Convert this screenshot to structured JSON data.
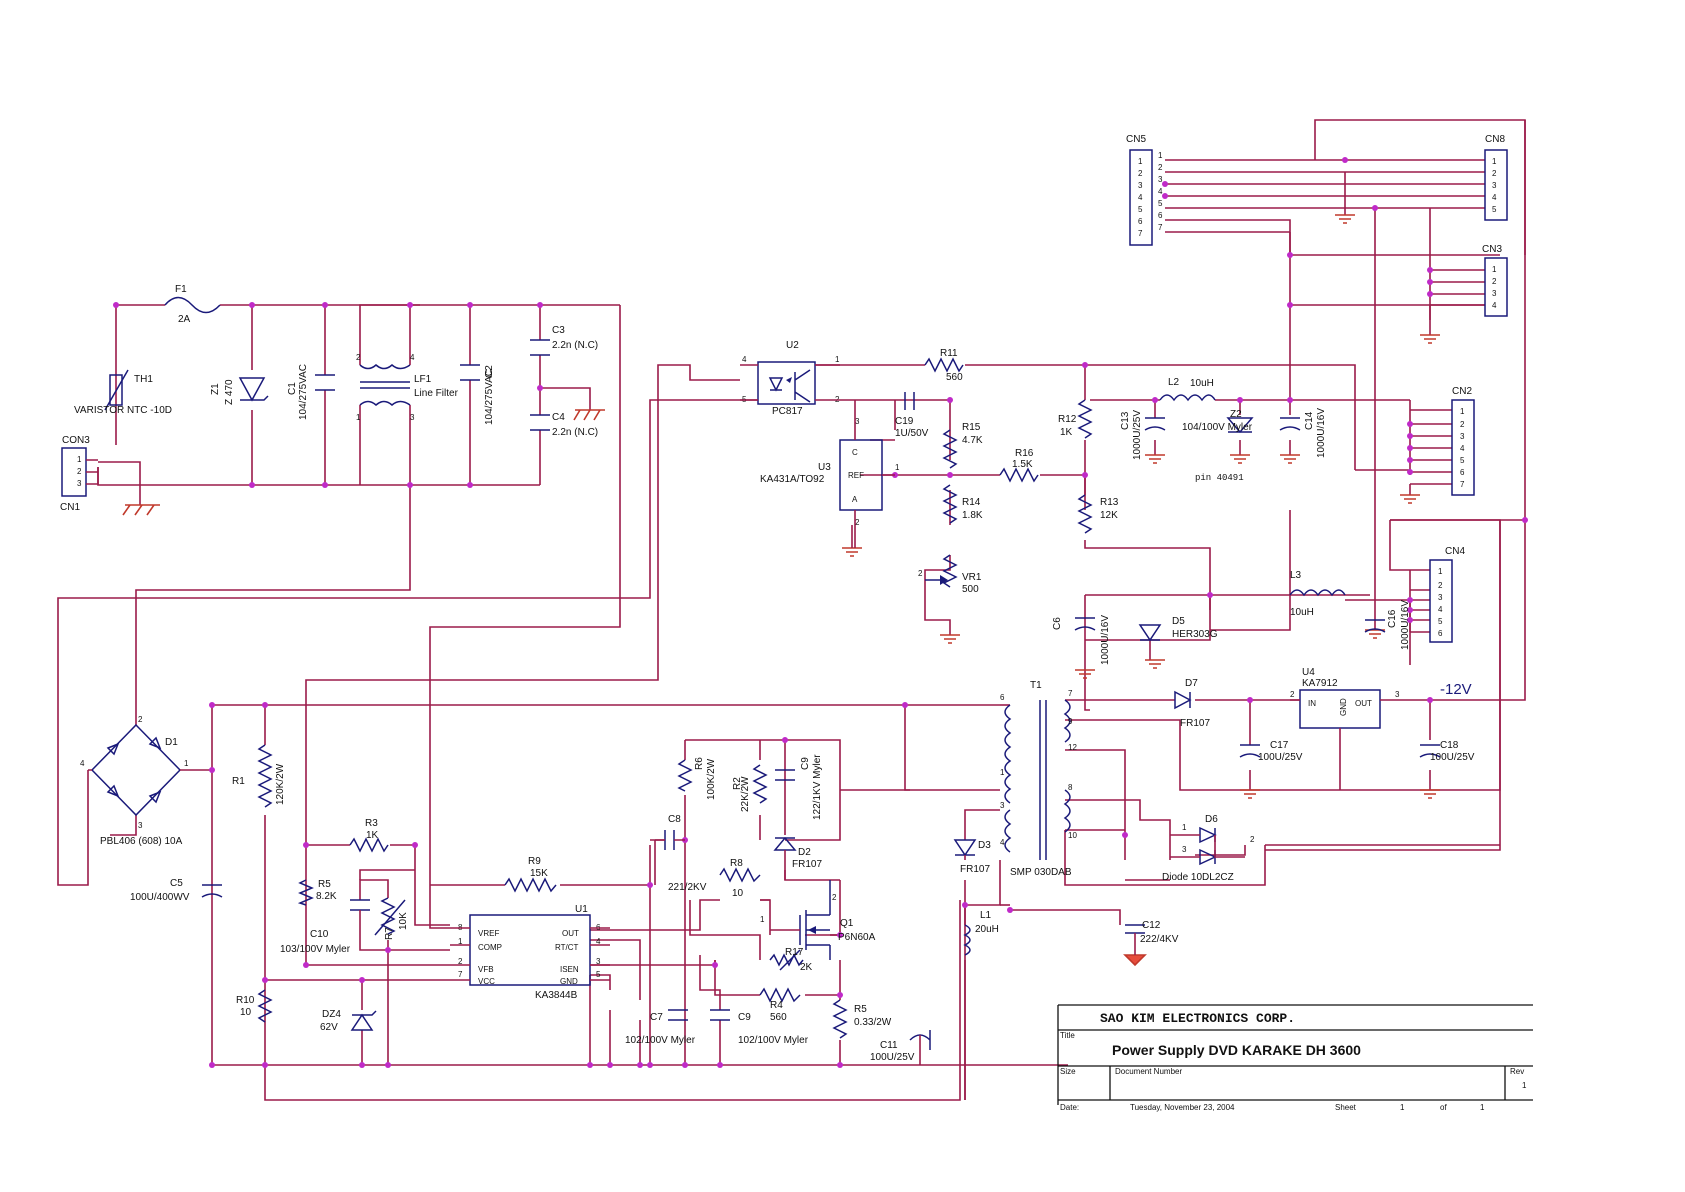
{
  "title_block": {
    "company": "SAO KIM ELECTRONICS CORP.",
    "title_label": "Title",
    "title": "Power Supply DVD KARAKE DH 3600",
    "size_label": "Size",
    "doc_label": "Document Number",
    "rev_label": "Rev",
    "rev_value": "1",
    "date_label": "Date:",
    "date_value": "Tuesday, November 23, 2004",
    "sheet_label": "Sheet",
    "sheet_value": "1",
    "of_label": "of",
    "of_value": "1"
  },
  "nets": {
    "minus12v": "-12V"
  },
  "parts": {
    "f1": {
      "ref": "F1",
      "val": "2A"
    },
    "th1": {
      "ref": "TH1",
      "val": "VARISTOR NTC -10D"
    },
    "z1": {
      "ref": "Z1",
      "val": "Z 470"
    },
    "c1": {
      "ref": "C1",
      "val": "104/275VAC"
    },
    "lf1": {
      "ref": "LF1",
      "val": "Line Filter"
    },
    "c2": {
      "ref": "C2",
      "val": "104/275VAC"
    },
    "c3": {
      "ref": "C3",
      "val": "2.2n (N.C)"
    },
    "c4": {
      "ref": "C4",
      "val": "2.2n (N.C)"
    },
    "con3": {
      "ref": "CON3",
      "val": "CN1"
    },
    "u2": {
      "ref": "U2",
      "val": "PC817"
    },
    "r11": {
      "ref": "R11",
      "val": "560"
    },
    "c19": {
      "ref": "C19",
      "val": "1U/50V"
    },
    "r15": {
      "ref": "R15",
      "val": "4.7K"
    },
    "u3": {
      "ref": "U3",
      "val": "KA431A/TO92"
    },
    "r16": {
      "ref": "R16",
      "val": "1.5K"
    },
    "r14": {
      "ref": "R14",
      "val": "1.8K"
    },
    "vr1": {
      "ref": "VR1",
      "val": "500"
    },
    "r12": {
      "ref": "R12",
      "val": "1K"
    },
    "r13": {
      "ref": "R13",
      "val": "12K"
    },
    "c13": {
      "ref": "C13",
      "val": "1000U/25V"
    },
    "l2": {
      "ref": "L2",
      "val": "10uH"
    },
    "z2": {
      "ref": "Z2",
      "val": "104/100V Myler"
    },
    "c14": {
      "ref": "C14",
      "val": "1000U/16V"
    },
    "pin4049": {
      "ref": "",
      "val": "pin 40491"
    },
    "c6": {
      "ref": "C6",
      "val": "1000U/16V"
    },
    "d5": {
      "ref": "D5",
      "val": "HER303G"
    },
    "l3": {
      "ref": "L3",
      "val": "10uH"
    },
    "c16": {
      "ref": "C16",
      "val": "1000U/16V"
    },
    "t1": {
      "ref": "T1",
      "val": "SMP 030DAB"
    },
    "d7": {
      "ref": "D7",
      "val": "FR107"
    },
    "u4": {
      "ref": "U4",
      "val": "KA7912"
    },
    "c17": {
      "ref": "C17",
      "val": "100U/25V"
    },
    "c18": {
      "ref": "C18",
      "val": "100U/25V"
    },
    "d6": {
      "ref": "D6",
      "val": "Diode 10DL2CZ"
    },
    "d1": {
      "ref": "D1",
      "val": "PBL406 (608) 10A"
    },
    "r1": {
      "ref": "R1",
      "val": "120K/2W"
    },
    "c5": {
      "ref": "C5",
      "val": "100U/400WV"
    },
    "r3": {
      "ref": "R3",
      "val": "1K"
    },
    "r5": {
      "ref": "R5",
      "val": "8.2K"
    },
    "c10": {
      "ref": "C10",
      "val": "103/100V Myler"
    },
    "r7": {
      "ref": "R7",
      "val": "10K"
    },
    "r9": {
      "ref": "R9",
      "val": "15K"
    },
    "c8": {
      "ref": "C8",
      "val": "221/2KV"
    },
    "r6": {
      "ref": "R6",
      "val": "100K/2W"
    },
    "r2": {
      "ref": "R2",
      "val": "22K/2W"
    },
    "c9x": {
      "ref": "C9",
      "val": "122/1KV Myler"
    },
    "d2": {
      "ref": "D2",
      "val": "FR107"
    },
    "r8": {
      "ref": "R8",
      "val": "10"
    },
    "q1": {
      "ref": "Q1",
      "val": "P6N60A"
    },
    "r17": {
      "ref": "R17",
      "val": "2K"
    },
    "r4": {
      "ref": "R4",
      "val": "560"
    },
    "r5b": {
      "ref": "R5",
      "val": "0.33/2W"
    },
    "u1": {
      "ref": "U1",
      "val": "KA3844B"
    },
    "c7": {
      "ref": "C7",
      "val": "102/100V Myler"
    },
    "c9": {
      "ref": "C9",
      "val": "102/100V Myler"
    },
    "r10": {
      "ref": "R10",
      "val": "10"
    },
    "dz4": {
      "ref": "DZ4",
      "val": "62V"
    },
    "d3": {
      "ref": "D3",
      "val": "FR107"
    },
    "l1": {
      "ref": "L1",
      "val": "20uH"
    },
    "c11": {
      "ref": "C11",
      "val": "100U/25V"
    },
    "c12": {
      "ref": "C12",
      "val": "222/4KV"
    }
  },
  "u1_pins": [
    "VREF",
    "COMP",
    "VFB",
    "VCC",
    "OUT",
    "RT/CT",
    "ISEN",
    "GND"
  ],
  "u3_pins": [
    "C",
    "REF",
    "A"
  ],
  "u4_pins": [
    "IN",
    "GND",
    "OUT"
  ],
  "connectors": {
    "cn5": {
      "ref": "CN5",
      "pins": [
        "1",
        "2",
        "3",
        "4",
        "5",
        "6",
        "7"
      ]
    },
    "cn8": {
      "ref": "CN8",
      "pins": [
        "1",
        "2",
        "3",
        "4",
        "5"
      ]
    },
    "cn3": {
      "ref": "CN3",
      "pins": [
        "1",
        "2",
        "3",
        "4"
      ]
    },
    "cn2": {
      "ref": "CN2",
      "pins": [
        "1",
        "2",
        "3",
        "4",
        "5",
        "6",
        "7"
      ]
    },
    "cn4": {
      "ref": "CN4",
      "pins": [
        "1",
        "2",
        "3",
        "4",
        "5",
        "6"
      ]
    },
    "con3": {
      "pins": [
        "1",
        "2",
        "3"
      ]
    }
  }
}
